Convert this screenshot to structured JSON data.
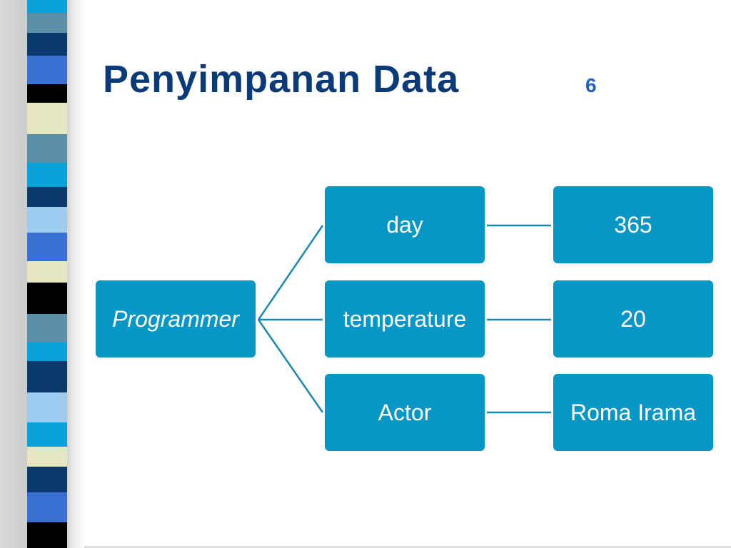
{
  "slide": {
    "title": "Penyimpanan Data",
    "number": "6"
  },
  "diagram": {
    "root": {
      "label": "Programmer"
    },
    "branches": [
      {
        "key": "day",
        "value": "365"
      },
      {
        "key": "temperature",
        "value": "20"
      },
      {
        "key": "Actor",
        "value": "Roma Irama"
      }
    ]
  },
  "colors": {
    "title": "#0a3a78",
    "number": "#1e62c8",
    "node_fill": "#0797c7",
    "connector": "#1789b4"
  },
  "strip_colors": [
    "#0aa0d8",
    "#5b8fa8",
    "#0a3a6e",
    "#3a6fd4",
    "#000000",
    "#e6e6c0",
    "#5b8fa8",
    "#0aa0d8",
    "#0a3a6e",
    "#9ecbf0",
    "#3a6fd4",
    "#e6e6c0",
    "#000000",
    "#5b8fa8",
    "#0aa0d8",
    "#0a3a6e",
    "#9ecbf0",
    "#0aa0d8",
    "#e6e6c0",
    "#0a3a6e",
    "#3a6fd4",
    "#000000"
  ]
}
